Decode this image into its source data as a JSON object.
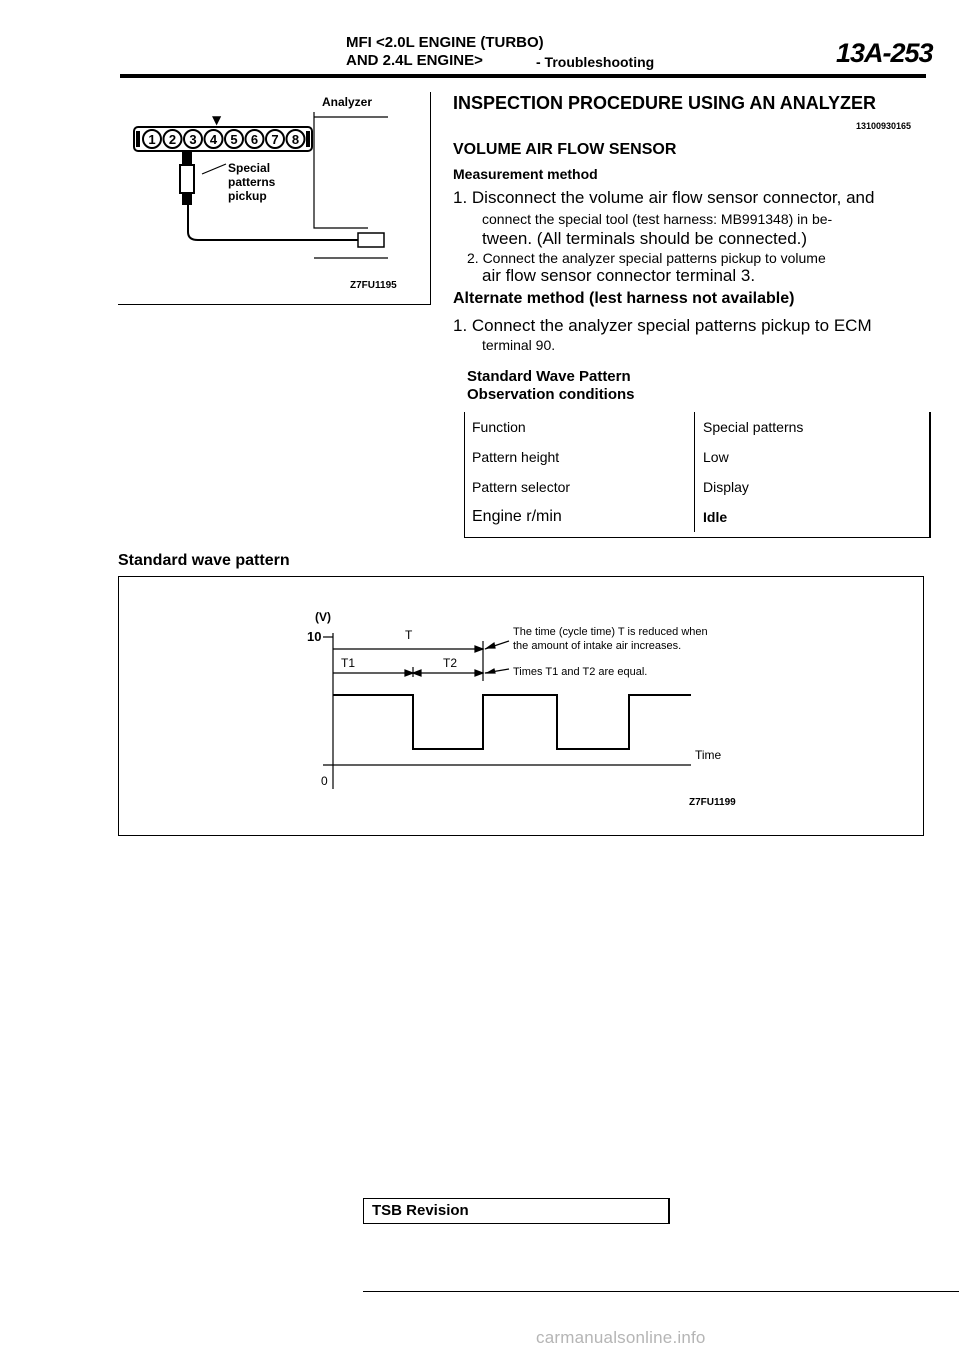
{
  "header": {
    "line1": "MFI <2.0L ENGINE (TURBO)",
    "line2": "AND 2.4L ENGINE>",
    "section": "- Troubleshooting",
    "page_number": "13A-253"
  },
  "figure1": {
    "analyzer_label": "Analyzer",
    "special_label": "Special",
    "patterns_label": "patterns",
    "pickup_label": "pickup",
    "connector_pins": [
      "1",
      "2",
      "3",
      "4",
      "5",
      "6",
      "7",
      "8"
    ],
    "figure_id": "Z7FU1195"
  },
  "content": {
    "title": "INSPECTION PROCEDURE USING AN ANALYZER",
    "doc_number": "13100930165",
    "sensor_title": "VOLUME AIR FLOW SENSOR",
    "measurement_method": "Measurement method",
    "step1_line1": "1. Disconnect the volume air flow sensor connector, and",
    "step1_line2": "connect the special tool (test harness: MB991348) in be-",
    "step1_line3": "tween. (All terminals should be connected.)",
    "step2_line1": "2. Connect the analyzer special patterns pickup to volume",
    "step2_line2": "air flow sensor connector terminal 3.",
    "alternate_title": "Alternate method (lest harness not available)",
    "alt_step1_line1": "1. Connect the analyzer special patterns pickup to ECM",
    "alt_step1_line2": "terminal 90.",
    "standard_wave_title": "Standard Wave Pattern",
    "observation_conditions": "Observation conditions"
  },
  "conditions_table": {
    "rows": [
      {
        "label": "Function",
        "value": "Special patterns"
      },
      {
        "label": "Pattern height",
        "value": "Low"
      },
      {
        "label": "Pattern selector",
        "value": "Display"
      },
      {
        "label": "Engine r/min",
        "value": "Idle"
      }
    ]
  },
  "wave_section": {
    "title": "Standard wave pattern",
    "y_unit": "(V)",
    "y_max_label": "10",
    "y_zero_label": "0",
    "period_label": "T",
    "t1_label": "T1",
    "t2_label": "T2",
    "note1_line1": "The time (cycle time) T is reduced when",
    "note1_line2": "the amount of intake air increases.",
    "note2": "Times T1 and T2 are equal.",
    "time_label": "Time",
    "figure_id": "Z7FU1199"
  },
  "footer": {
    "tsb_label": "TSB Revision",
    "watermark": "carmanualsonline.info"
  }
}
